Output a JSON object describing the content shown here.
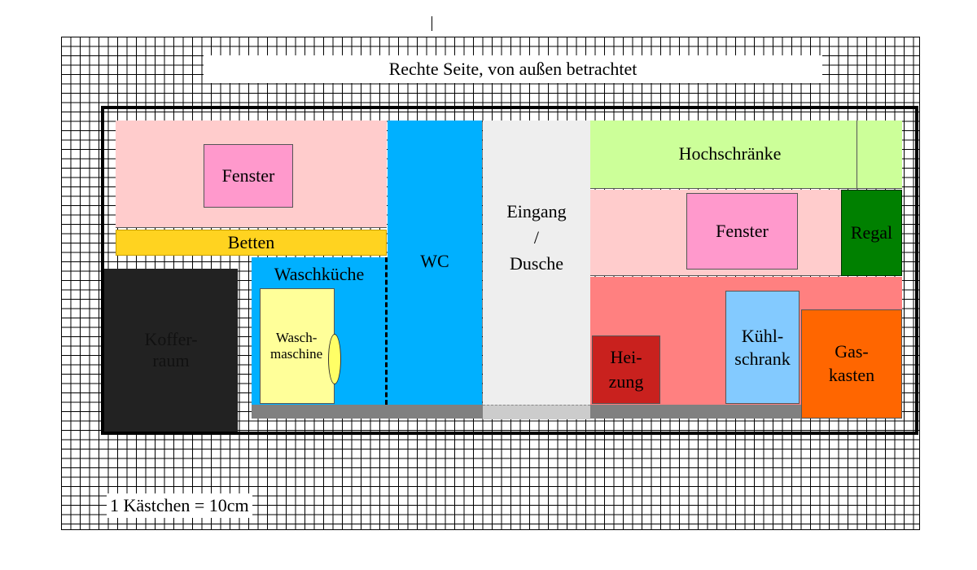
{
  "title": "Rechte Seite, von außen betrachtet",
  "scale_note": "1 Kästchen = 10cm",
  "areas": {
    "fenster_left": "Fenster",
    "betten": "Betten",
    "waschkueche": "Waschküche",
    "waschmaschine": "Wasch-\nmaschine",
    "kofferraum": "Koffer-\nraum",
    "wc": "WC",
    "eingang": "Eingang\n/\nDusche",
    "hochschraenke": "Hochschränke",
    "fenster_right": "Fenster",
    "regal": "Regal",
    "heizung": "Hei-\nzung",
    "kuehlschrank": "Kühl-\nschrank",
    "gaskasten": "Gas-\nkasten"
  },
  "colors": {
    "grid_line": "#000000",
    "pink_area": "#ffcccc",
    "window": "#ff99cc",
    "betten": "#ffd320",
    "blue": "#00b0ff",
    "waschmaschine": "#ffff99",
    "eingang": "#eeeeee",
    "hochschraenke": "#ccff99",
    "regal": "#008000",
    "kitchen": "#ff8080",
    "heizung": "#c9211e",
    "kuehlschrank": "#83caff",
    "gaskasten": "#ff6600",
    "kofferraum": "#222222",
    "floor": "#808080"
  }
}
